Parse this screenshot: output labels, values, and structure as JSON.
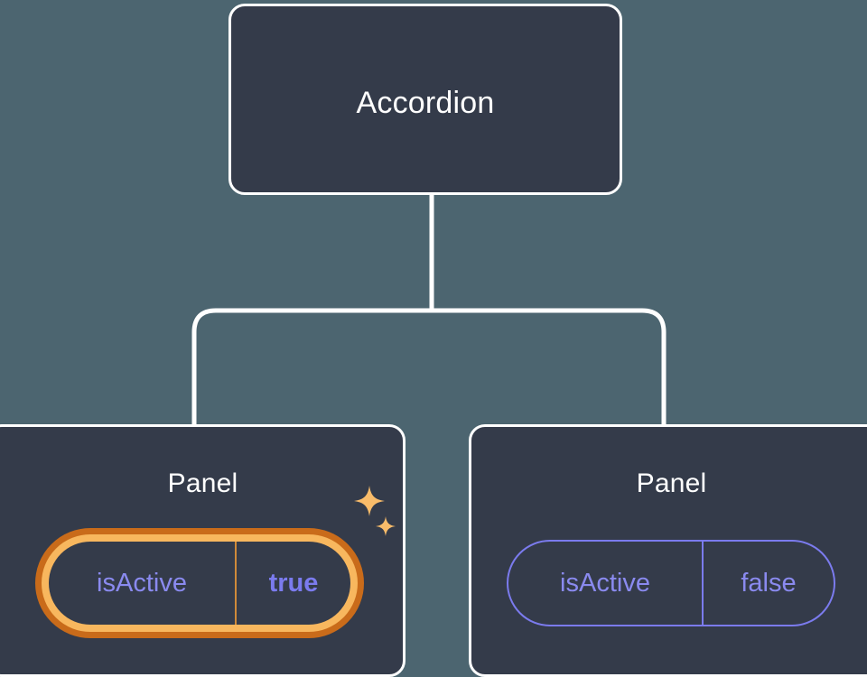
{
  "diagram": {
    "type": "component-tree",
    "background_color": "#4c6570",
    "node_fill_color": "#343b4a",
    "node_border_color": "#ffffff",
    "connector_color": "#ffffff",
    "highlight_outer_color": "#c96b1a",
    "highlight_inner_color": "#f8b75e",
    "prop_text_color": "#8a8aef",
    "prop_value_color": "#7b7bee"
  },
  "root": {
    "title": "Accordion"
  },
  "panels": [
    {
      "title": "Panel",
      "highlighted": true,
      "prop": {
        "name": "isActive",
        "value": "true"
      },
      "sparkles": [
        "sparkle-icon",
        "sparkle-icon"
      ]
    },
    {
      "title": "Panel",
      "highlighted": false,
      "prop": {
        "name": "isActive",
        "value": "false"
      }
    }
  ]
}
